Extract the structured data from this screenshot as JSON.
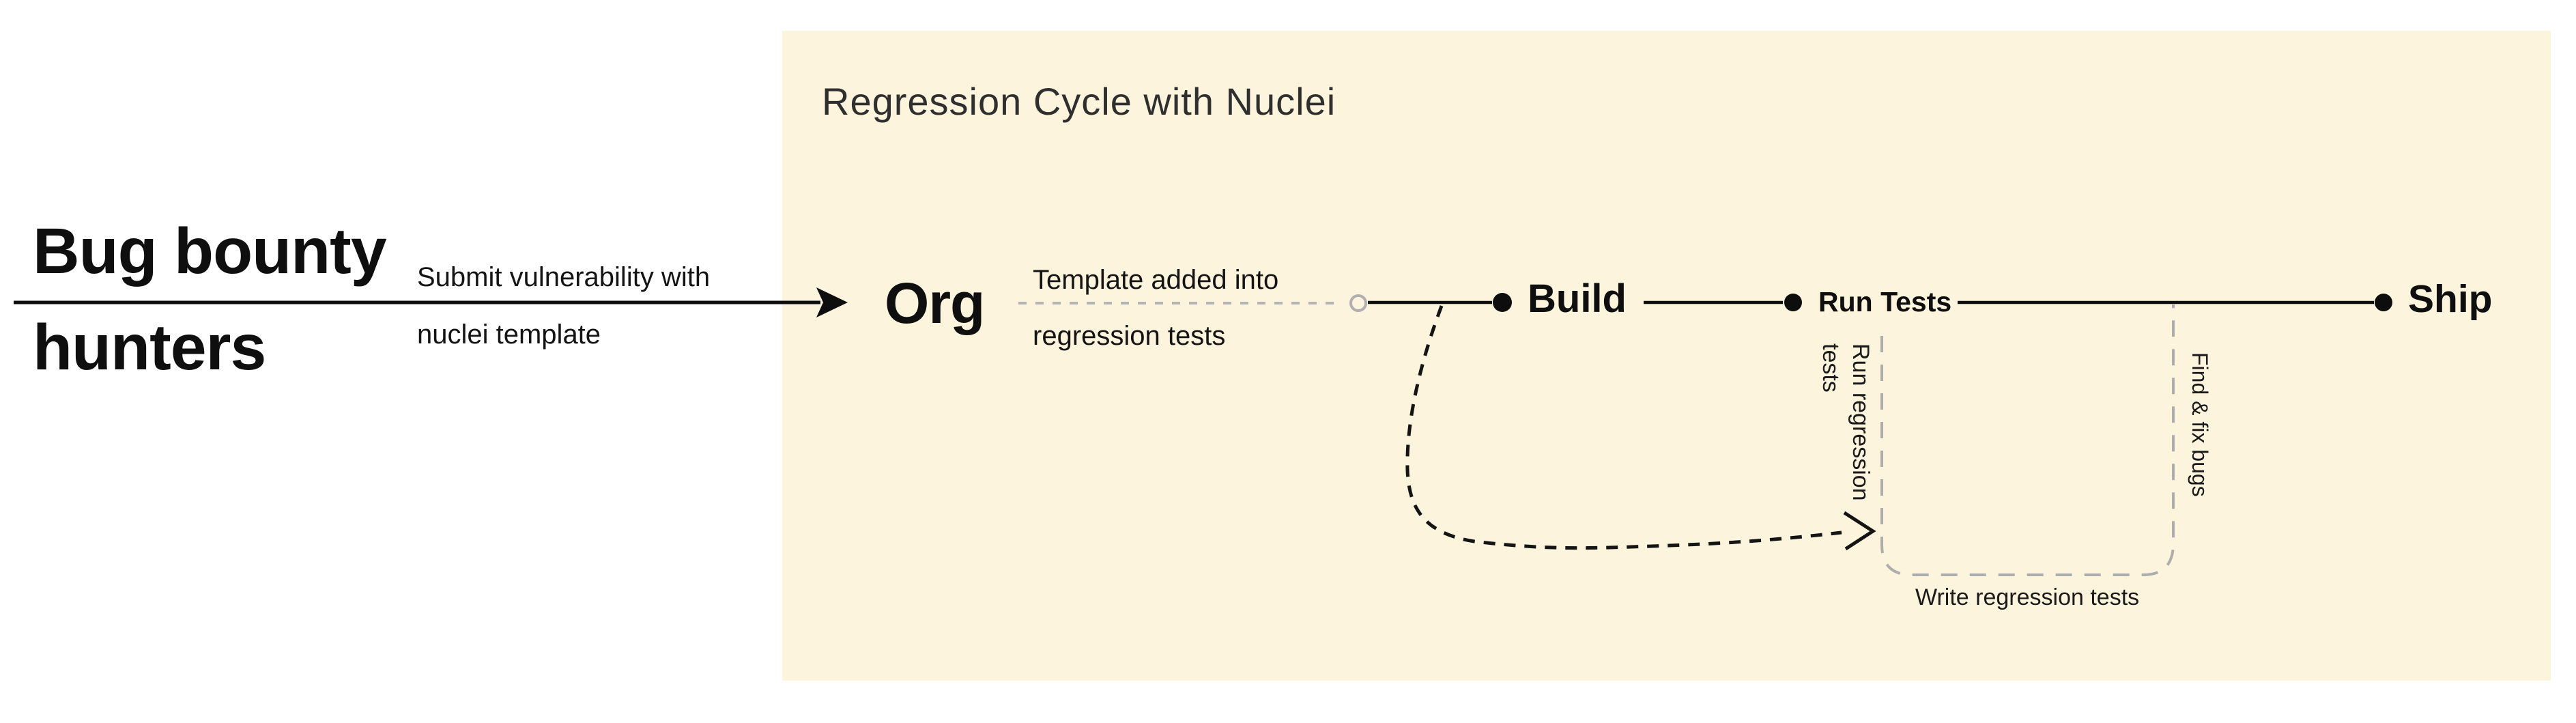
{
  "colors": {
    "panel_background": "#FCF4DD",
    "ink": "#121212",
    "title_ink": "#2F2F2F",
    "muted_dash": "#ADADAD"
  },
  "panel": {
    "title": "Regression Cycle with Nuclei"
  },
  "actor": {
    "line1": "Bug bounty",
    "line2": "hunters"
  },
  "submit_arrow": {
    "label_line1": "Submit vulnerability with",
    "label_line2": "nuclei template"
  },
  "nodes": {
    "org": "Org",
    "build": "Build",
    "run_tests": "Run Tests",
    "ship": "Ship"
  },
  "edges": {
    "template_label_line1": "Template added into",
    "template_label_line2": "regression tests",
    "run_regression_label": "Run regression tests",
    "find_fix_label": "Find & fix bugs",
    "write_regression_label": "Write regression tests"
  }
}
